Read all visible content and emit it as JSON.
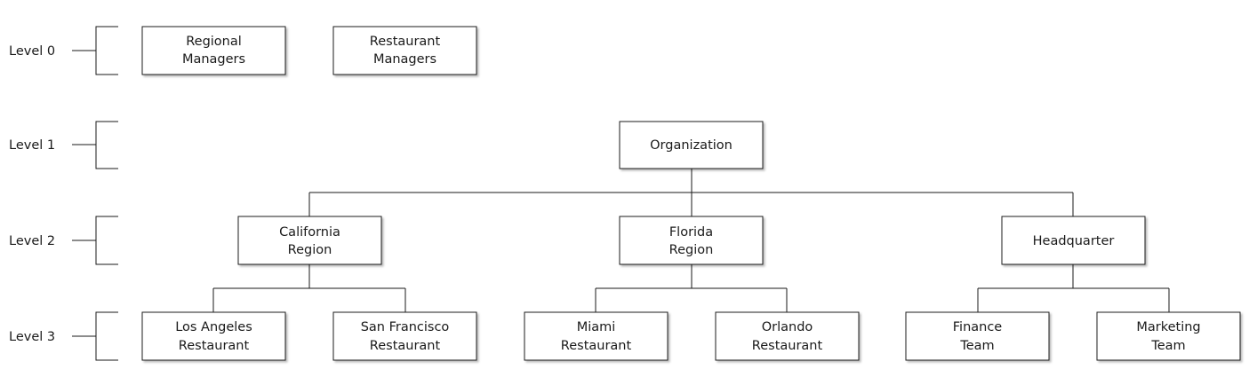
{
  "levels": [
    {
      "label": "Level 0"
    },
    {
      "label": "Level 1"
    },
    {
      "label": "Level 2"
    },
    {
      "label": "Level 3"
    }
  ],
  "nodes": {
    "regional_managers": [
      "Regional",
      "Managers"
    ],
    "restaurant_managers": [
      "Restaurant",
      "Managers"
    ],
    "organization": [
      "Organization"
    ],
    "california_region": [
      "California",
      "Region"
    ],
    "florida_region": [
      "Florida",
      "Region"
    ],
    "headquarter": [
      "Headquarter"
    ],
    "los_angeles_restaurant": [
      "Los Angeles",
      "Restaurant"
    ],
    "san_francisco_restaurant": [
      "San Francisco",
      "Restaurant"
    ],
    "miami_restaurant": [
      "Miami",
      "Restaurant"
    ],
    "orlando_restaurant": [
      "Orlando",
      "Restaurant"
    ],
    "finance_team": [
      "Finance",
      "Team"
    ],
    "marketing_team": [
      "Marketing",
      "Team"
    ]
  }
}
